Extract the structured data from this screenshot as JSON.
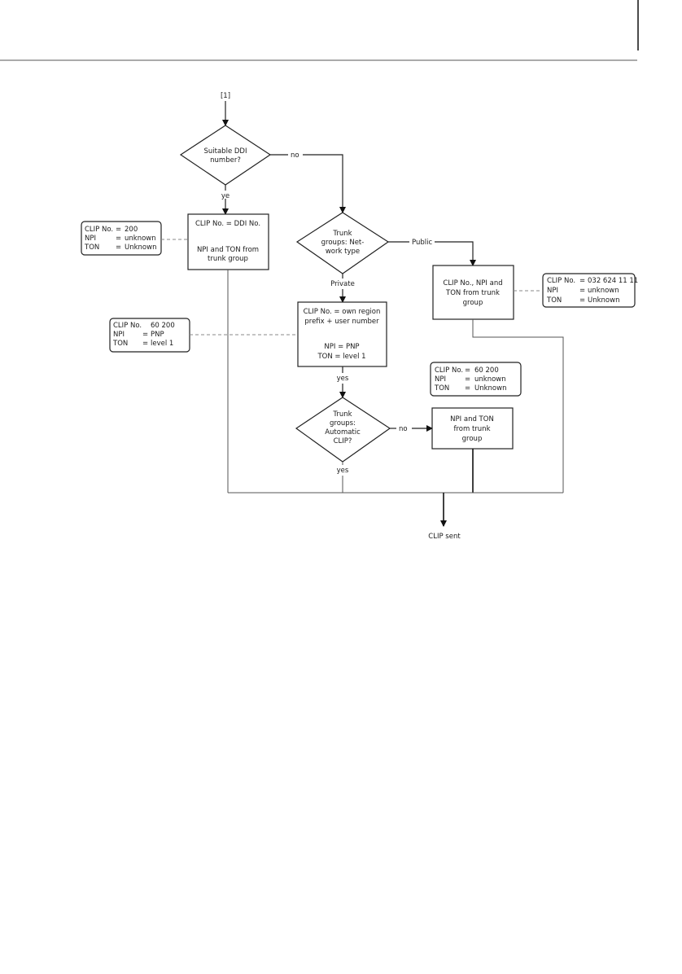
{
  "start_label": "[1]",
  "decision_ddi": [
    "Suitable DDI",
    "number?"
  ],
  "ddi_no": "no",
  "ddi_yes": "ye",
  "box_ddi": {
    "line1": "CLIP No. = DDI No.",
    "line2": "NPI and TON from",
    "line3": "trunk group"
  },
  "note_left": {
    "r1": [
      "CLIP No.",
      "=",
      "200"
    ],
    "r2": [
      "NPI",
      "=",
      "unknown"
    ],
    "r3": [
      "TON",
      "=",
      "Unknown"
    ]
  },
  "decision_network": [
    "Trunk",
    "groups: Net-",
    "work type"
  ],
  "label_public": "Public",
  "label_private": "Private",
  "box_public": [
    "CLIP No., NPI and",
    "TON from trunk",
    "group"
  ],
  "note_public": {
    "r1": [
      "CLIP No.",
      "=",
      "032 624 11 11"
    ],
    "r2": [
      "NPI",
      "=",
      "unknown"
    ],
    "r3": [
      "TON",
      "=",
      "Unknown"
    ]
  },
  "box_private": [
    "CLIP No. = own region",
    "prefix + user number",
    "NPI = PNP",
    "TON = level 1"
  ],
  "note_private": {
    "r1": [
      "CLIP No.",
      "60 200"
    ],
    "r2": [
      "NPI",
      "=",
      "PNP"
    ],
    "r3": [
      "TON",
      "=",
      "level 1"
    ]
  },
  "label_yes_private": "yes",
  "note_auto": {
    "r1": [
      "CLIP No.",
      "=",
      "60 200"
    ],
    "r2": [
      "NPI",
      "=",
      "unknown"
    ],
    "r3": [
      "TON",
      "=",
      "Unknown"
    ]
  },
  "decision_auto": [
    "Trunk",
    "groups:",
    "Automatic",
    "CLIP?"
  ],
  "label_no_auto": "no",
  "label_yes_auto": "yes",
  "box_auto": [
    "NPI and TON",
    "from trunk",
    "group"
  ],
  "end_label": "CLIP sent"
}
